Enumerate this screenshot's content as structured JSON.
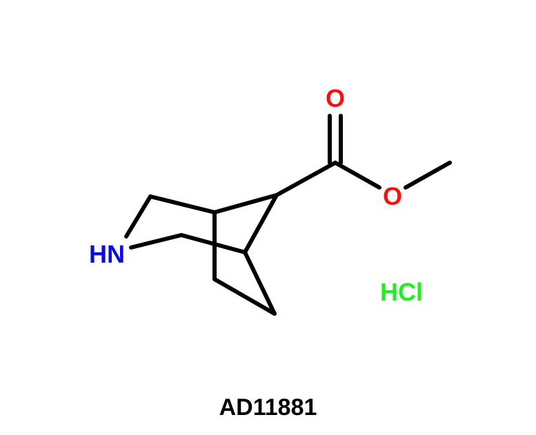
{
  "atom_labels": {
    "nitrogen": "HN",
    "carbonyl_oxygen": "O",
    "ester_oxygen": "O",
    "salt": "HCl"
  },
  "compound_id": "AD11881",
  "colors": {
    "bond": "#000000",
    "nitrogen": "#0a0ae6",
    "oxygen": "#ff0d0d",
    "chlorine": "#1ff01f",
    "text": "#000000"
  }
}
